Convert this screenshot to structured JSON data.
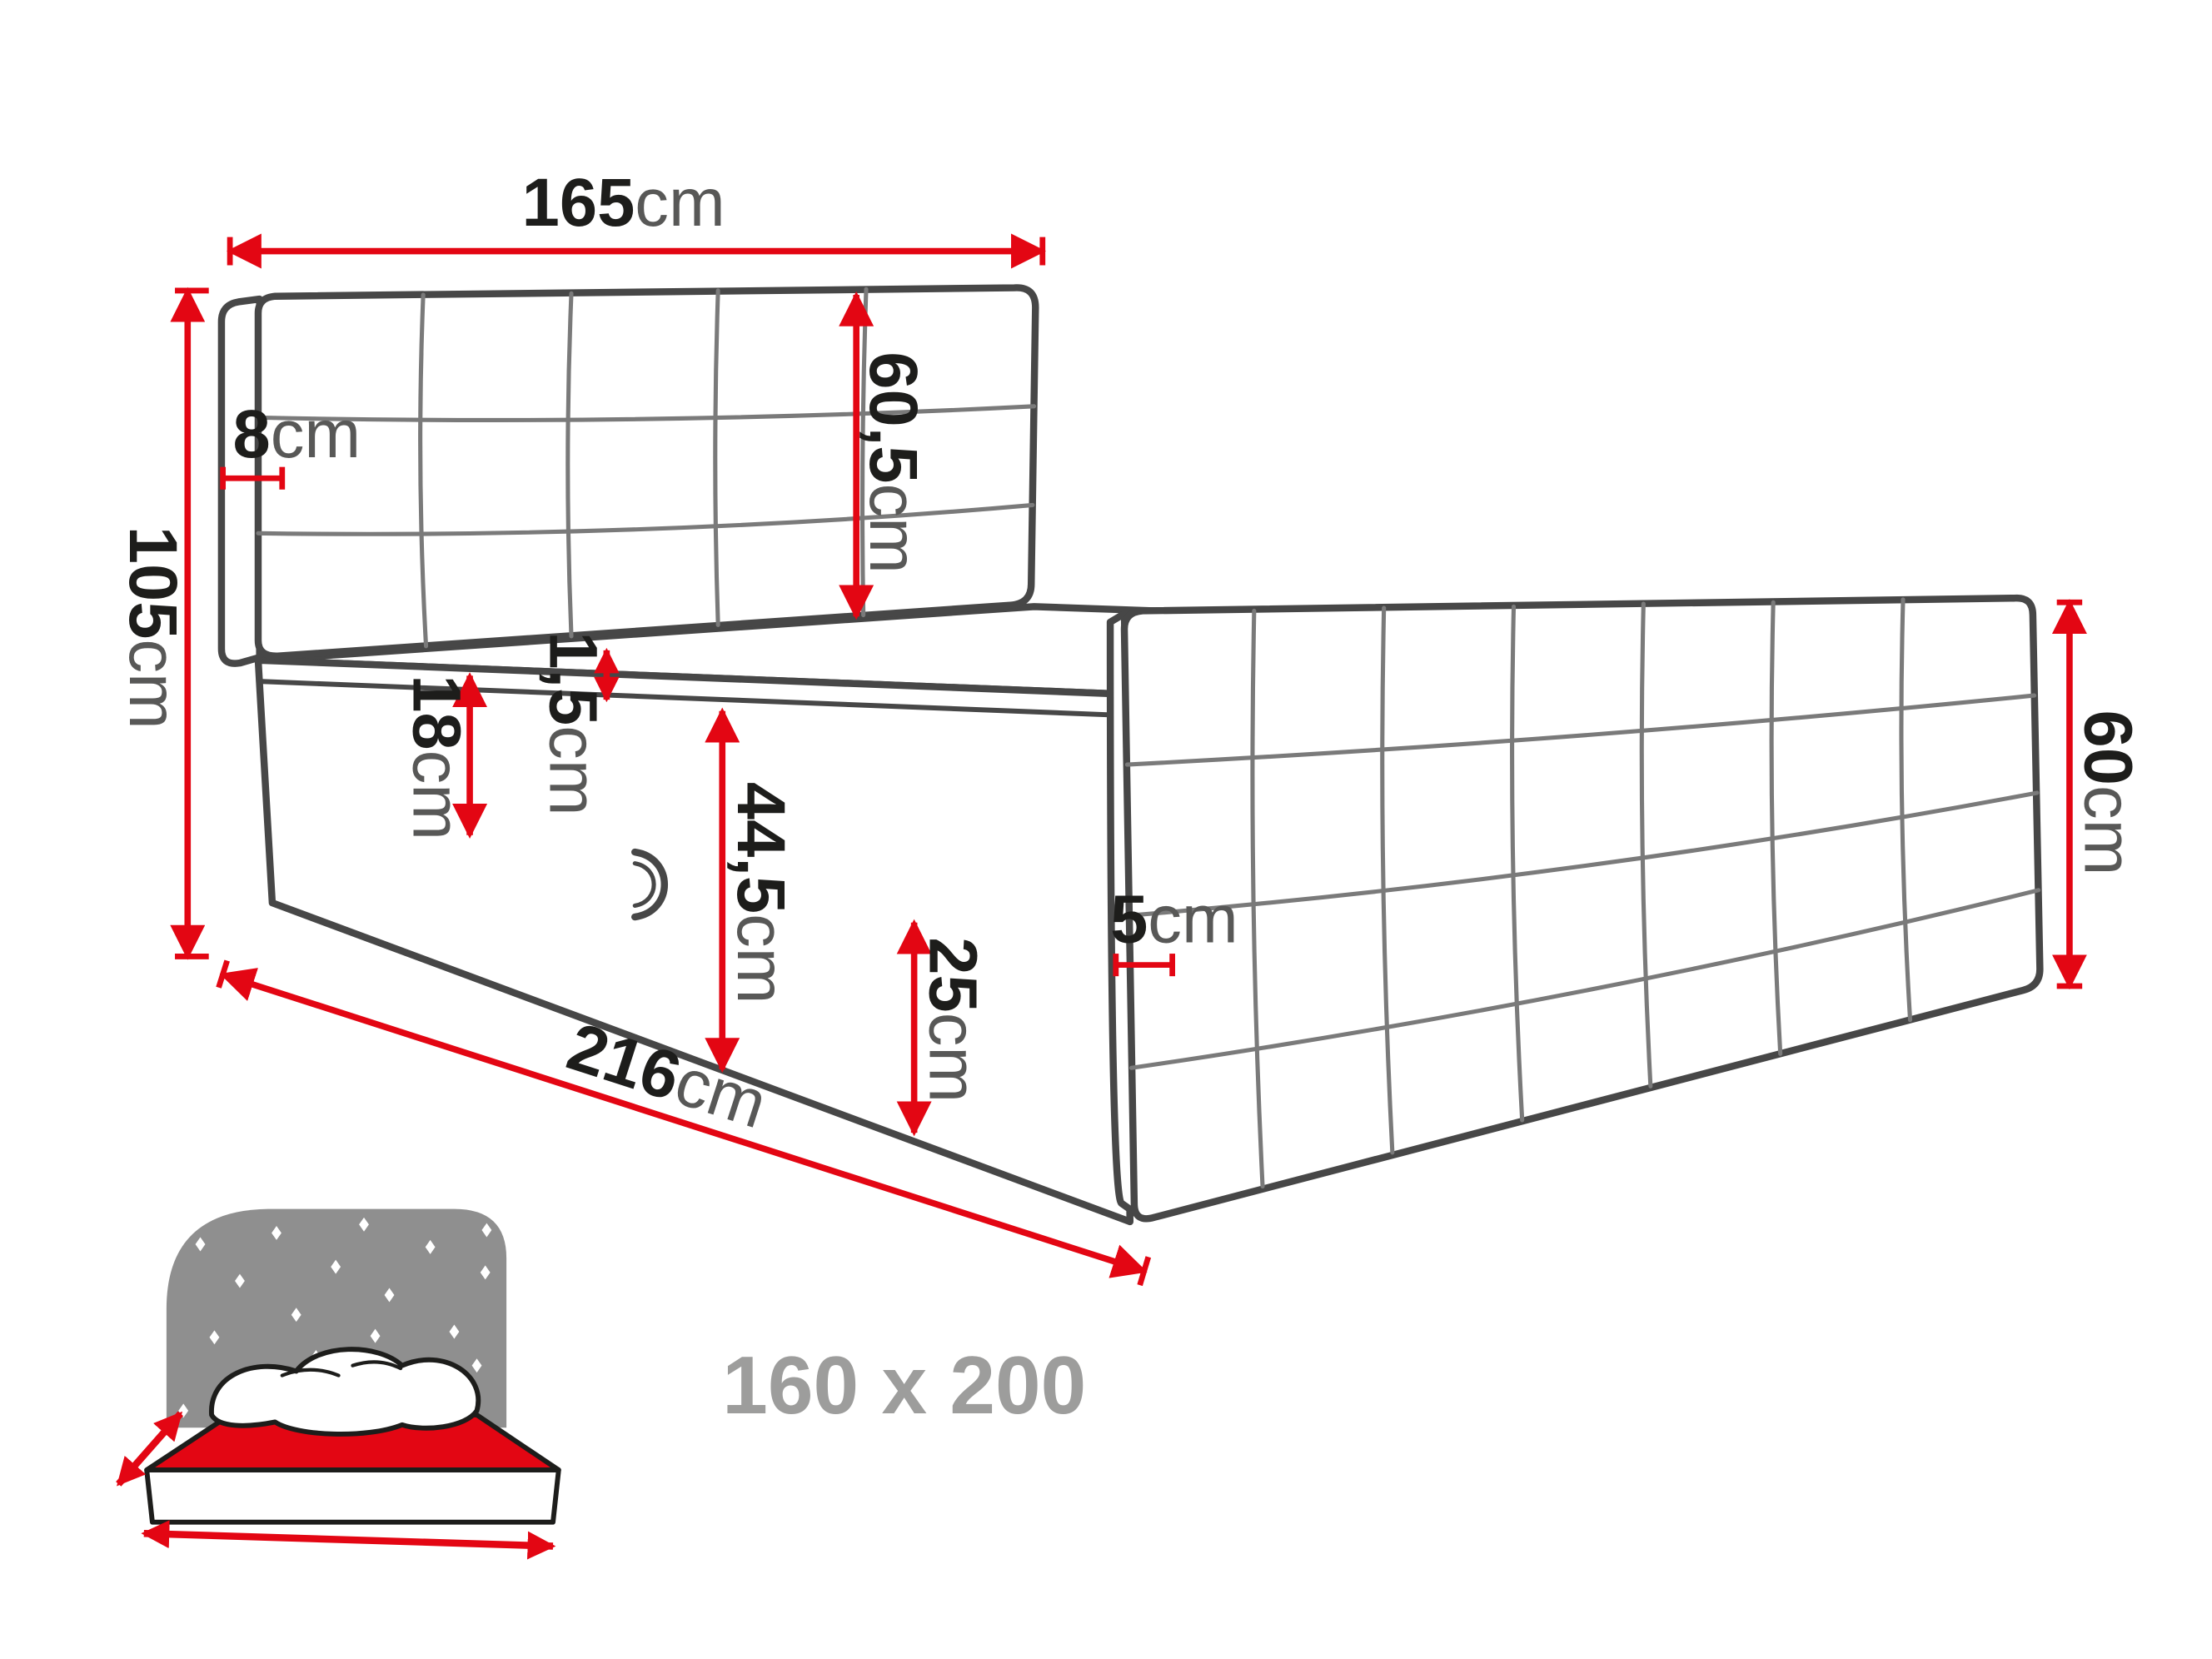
{
  "diagram": {
    "dims": {
      "headboard_width": {
        "value": "165",
        "unit": "cm"
      },
      "headboard_side": {
        "value": "8",
        "unit": "cm"
      },
      "total_height": {
        "value": "105",
        "unit": "cm"
      },
      "headboard_height": {
        "value": "60,5",
        "unit": "cm"
      },
      "box_edge": {
        "value": "18",
        "unit": "cm"
      },
      "mattress_lip": {
        "value": "1,5",
        "unit": "cm"
      },
      "base_height": {
        "value": "44,5",
        "unit": "cm"
      },
      "storage_depth": {
        "value": "25",
        "unit": "cm"
      },
      "foot_gap": {
        "value": "5",
        "unit": "cm"
      },
      "footboard_height": {
        "value": "60",
        "unit": "cm"
      },
      "bed_length": {
        "value": "216",
        "unit": "cm"
      }
    },
    "size_label": "160 x 200",
    "colors": {
      "dimension_red": "#e30613",
      "outline_gray": "#474747",
      "seam_gray": "#7a7a7a",
      "icon_gray": "#8f8f8f",
      "size_text_gray": "#9d9d9c",
      "number_black": "#1d1d1b",
      "unit_gray": "#585857"
    }
  }
}
